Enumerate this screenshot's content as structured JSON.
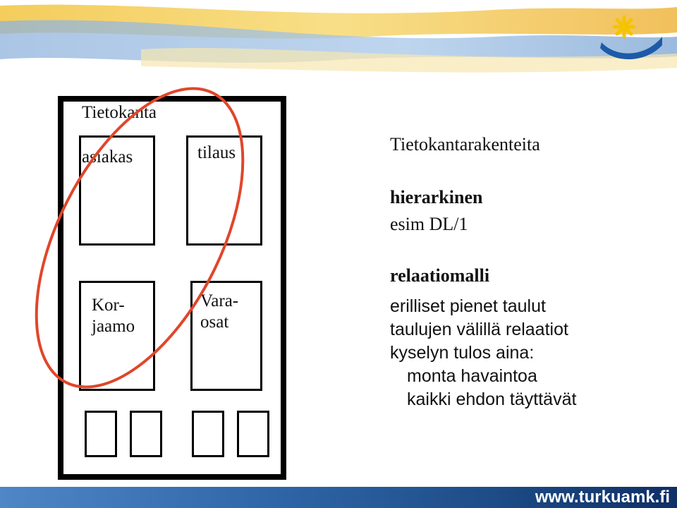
{
  "diagram": {
    "database_label": "Tietokanta",
    "tables": [
      {
        "label": "asiakas"
      },
      {
        "label": "tilaus"
      },
      {
        "label": "Kor-\njaamo"
      },
      {
        "label": "Vara-\nosat"
      }
    ]
  },
  "content": {
    "title": "Tietokantarakenteita",
    "hierarchical": {
      "heading": "hierarkinen",
      "example": "esim DL/1"
    },
    "relational": {
      "heading": "relaatiomalli",
      "lines": [
        "erilliset pienet taulut",
        "taulujen välillä relaatiot",
        "kyselyn tulos aina:"
      ],
      "sub_lines": [
        "monta havaintoa",
        "kaikki ehdon täyttävät"
      ]
    }
  },
  "footer": {
    "url": "www.turkuamk.fi"
  },
  "colors": {
    "ellipse": "#e0462a",
    "logo_sun": "#f5c400",
    "logo_arc": "#1d5aa8",
    "footer": "#1f4f8a"
  }
}
